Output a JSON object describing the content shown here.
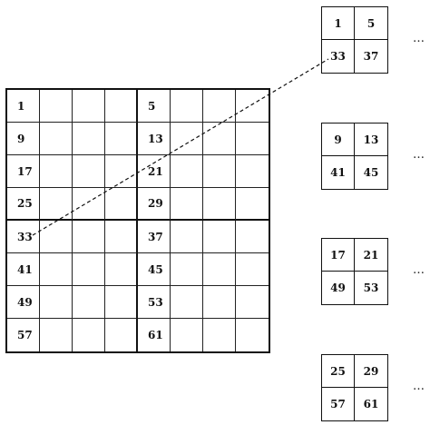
{
  "grid": {
    "rows": [
      [
        "1",
        "",
        "",
        "",
        "5",
        "",
        "",
        ""
      ],
      [
        "9",
        "",
        "",
        "",
        "13",
        "",
        "",
        ""
      ],
      [
        "17",
        "",
        "",
        "",
        "21",
        "",
        "",
        ""
      ],
      [
        "25",
        "",
        "",
        "",
        "29",
        "",
        "",
        ""
      ],
      [
        "33",
        "",
        "",
        "",
        "37",
        "",
        "",
        ""
      ],
      [
        "41",
        "",
        "",
        "",
        "45",
        "",
        "",
        ""
      ],
      [
        "49",
        "",
        "",
        "",
        "53",
        "",
        "",
        ""
      ],
      [
        "57",
        "",
        "",
        "",
        "61",
        "",
        "",
        ""
      ]
    ]
  },
  "blocks": [
    {
      "cells": [
        "1",
        "5",
        "33",
        "37"
      ]
    },
    {
      "cells": [
        "9",
        "13",
        "41",
        "45"
      ]
    },
    {
      "cells": [
        "17",
        "21",
        "49",
        "53"
      ]
    },
    {
      "cells": [
        "25",
        "29",
        "57",
        "61"
      ]
    }
  ],
  "ellipsis": "…",
  "colors": {
    "line": "#111111",
    "background": "#ffffff"
  }
}
